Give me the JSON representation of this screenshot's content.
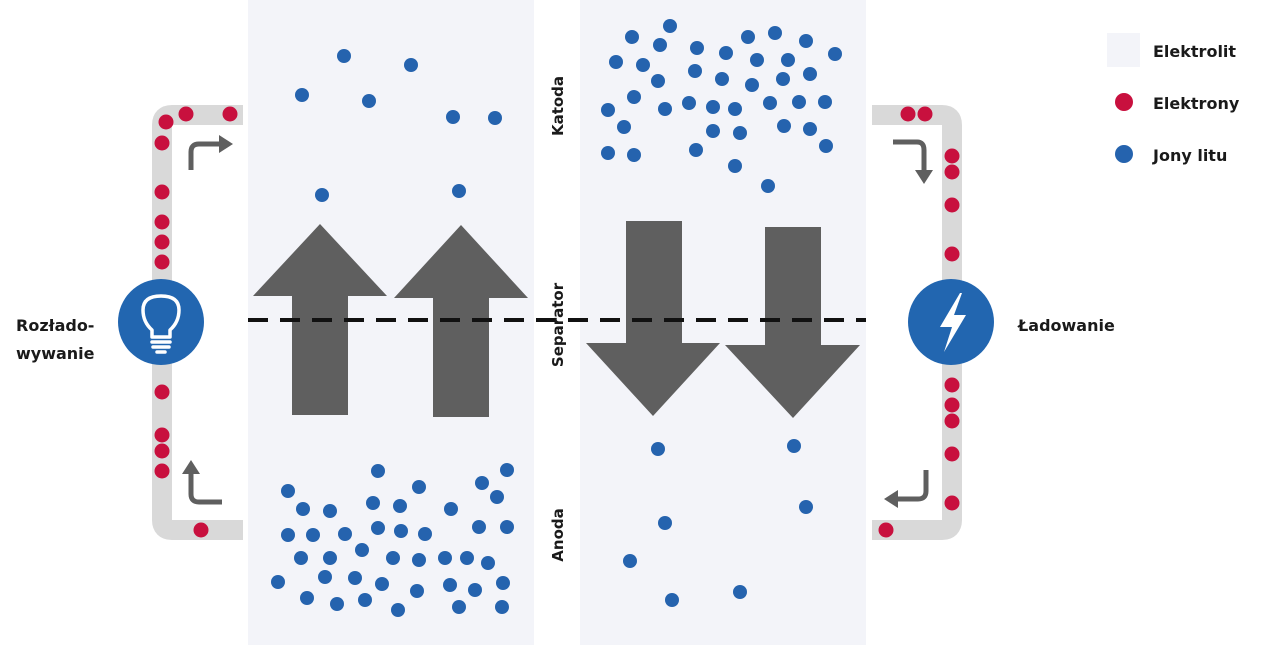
{
  "legend": {
    "electrolyte": "Elektrolit",
    "electrons": "Elektrony",
    "lithium_ions": "Jony litu"
  },
  "labels": {
    "discharge_line1": "Rozłado-",
    "discharge_line2": "wywanie",
    "charge": "Ładowanie",
    "cathode": "Katoda",
    "separator": "Separator",
    "anode": "Anoda"
  },
  "icons": {
    "discharge": "lightbulb-icon",
    "charge": "lightning-bolt-icon"
  },
  "colors": {
    "electrolyte": "#f3f4f9",
    "electron": "#c8103e",
    "lithium_ion": "#2563ae",
    "arrow": "#5f5f5f",
    "circuit": "#d9d9d9",
    "badge": "#2266b0"
  }
}
